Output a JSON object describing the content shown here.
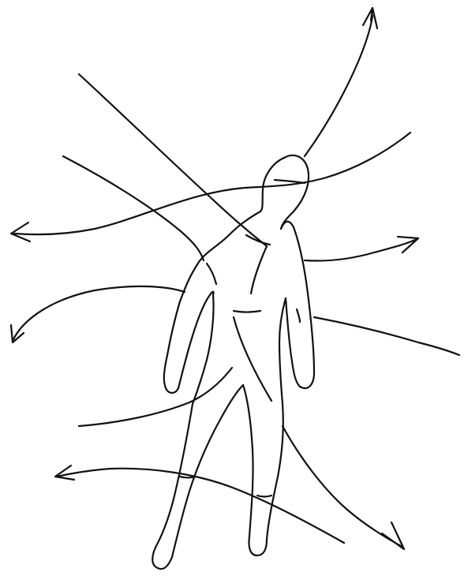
{
  "drawing": {
    "background": "#ffffff",
    "ink_color": "#111111",
    "subject": "human-figure-outline",
    "arrow_count": 6,
    "line_count": 11
  }
}
